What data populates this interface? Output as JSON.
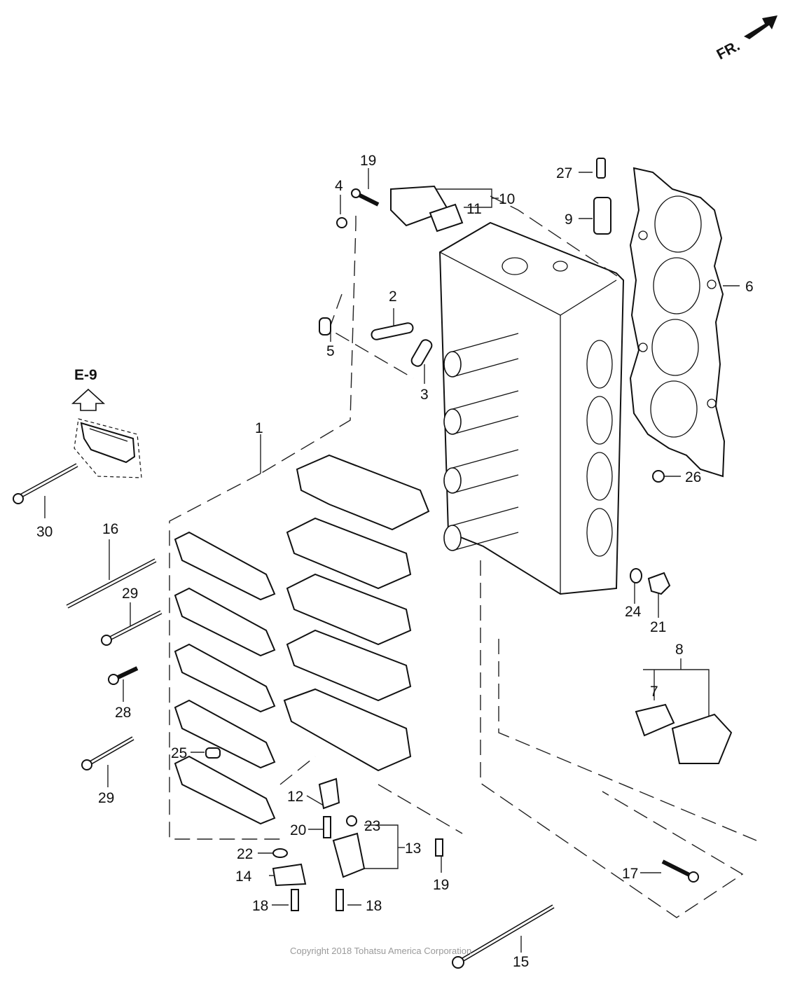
{
  "direction": {
    "label": "FR."
  },
  "reference": {
    "label": "E-9"
  },
  "callouts": [
    {
      "id": "1",
      "label": "1"
    },
    {
      "id": "2",
      "label": "2"
    },
    {
      "id": "3",
      "label": "3"
    },
    {
      "id": "4",
      "label": "4"
    },
    {
      "id": "5",
      "label": "5"
    },
    {
      "id": "6",
      "label": "6"
    },
    {
      "id": "7",
      "label": "7"
    },
    {
      "id": "8",
      "label": "8"
    },
    {
      "id": "9",
      "label": "9"
    },
    {
      "id": "10",
      "label": "10"
    },
    {
      "id": "11",
      "label": "11"
    },
    {
      "id": "12",
      "label": "12"
    },
    {
      "id": "13",
      "label": "13"
    },
    {
      "id": "14",
      "label": "14"
    },
    {
      "id": "15",
      "label": "15"
    },
    {
      "id": "16",
      "label": "16"
    },
    {
      "id": "17",
      "label": "17"
    },
    {
      "id": "18a",
      "label": "18"
    },
    {
      "id": "18b",
      "label": "18"
    },
    {
      "id": "19a",
      "label": "19"
    },
    {
      "id": "19b",
      "label": "19"
    },
    {
      "id": "20",
      "label": "20"
    },
    {
      "id": "21",
      "label": "21"
    },
    {
      "id": "22",
      "label": "22"
    },
    {
      "id": "23",
      "label": "23"
    },
    {
      "id": "24",
      "label": "24"
    },
    {
      "id": "25",
      "label": "25"
    },
    {
      "id": "26",
      "label": "26"
    },
    {
      "id": "27",
      "label": "27"
    },
    {
      "id": "28",
      "label": "28"
    },
    {
      "id": "29a",
      "label": "29"
    },
    {
      "id": "29b",
      "label": "29"
    },
    {
      "id": "30",
      "label": "30"
    }
  ],
  "copyright": "Copyright 2018 Tohatsu America Corporation"
}
